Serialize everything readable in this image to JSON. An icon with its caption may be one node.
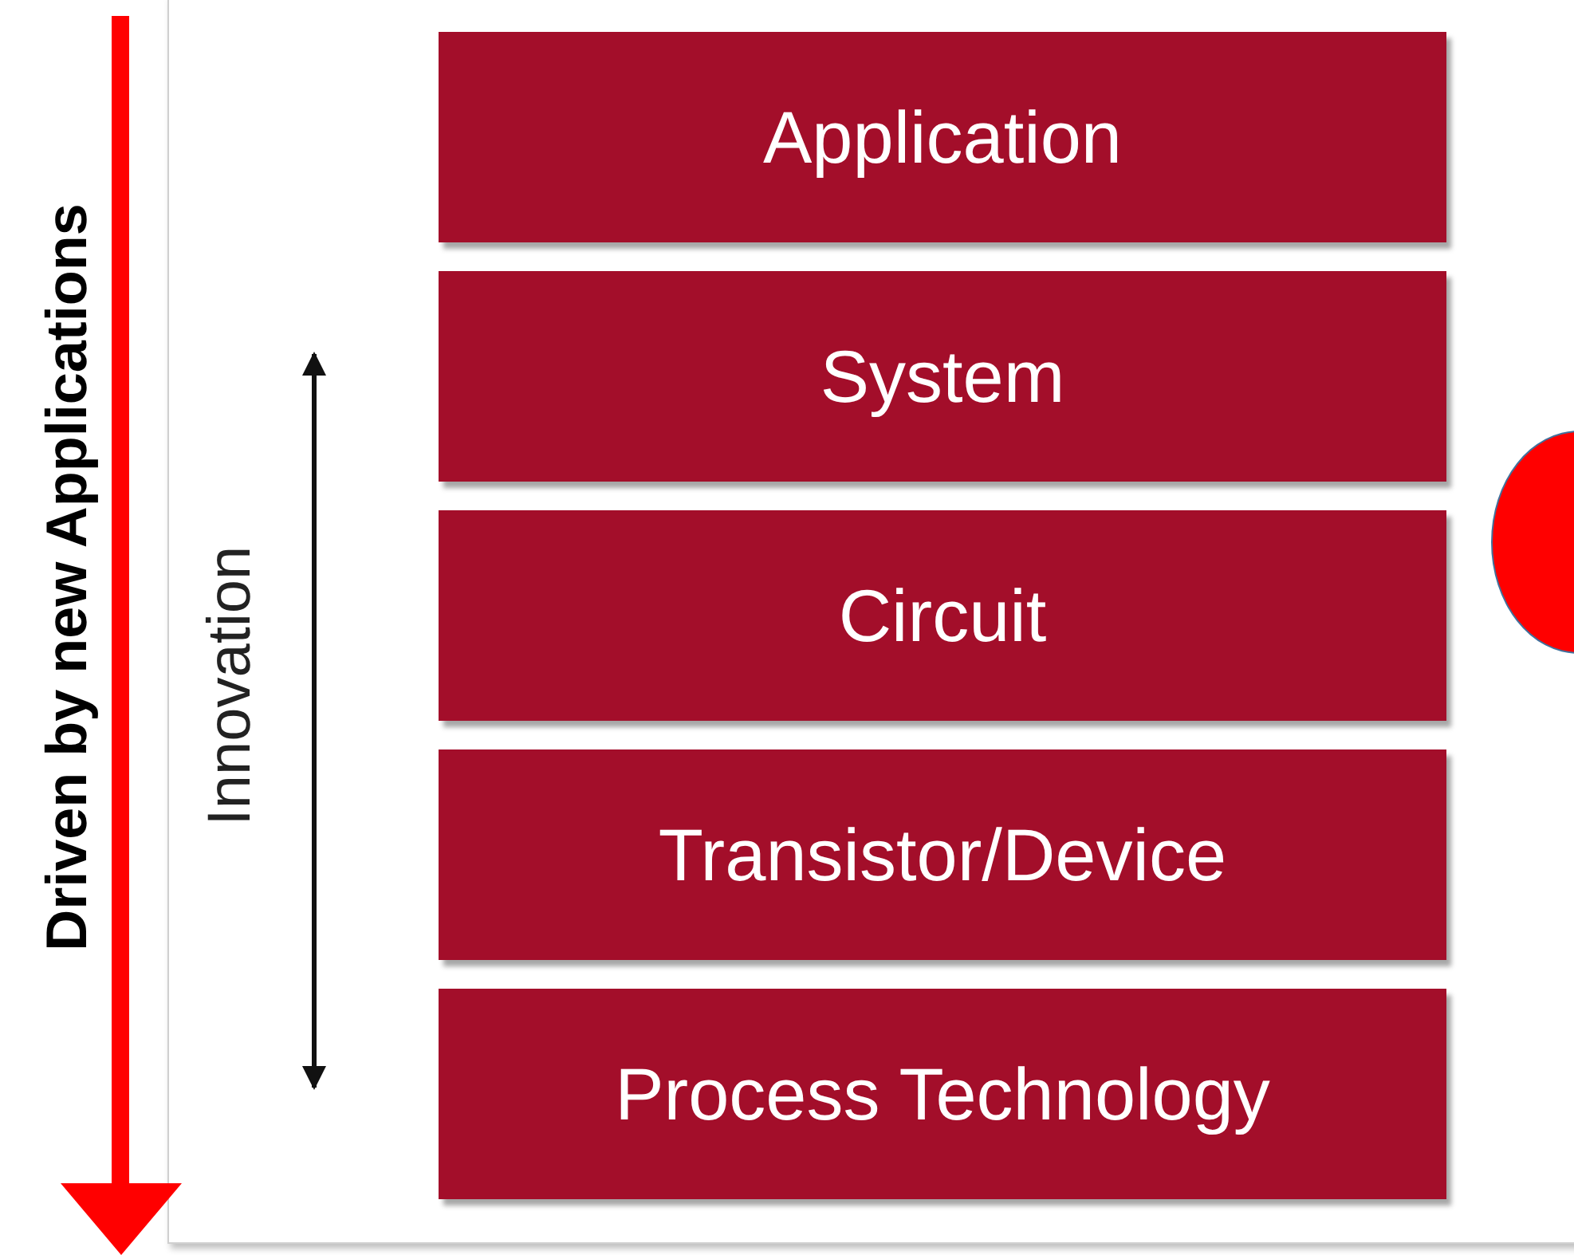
{
  "diagram": {
    "nodes": [
      {
        "text": [
          "Application"
        ]
      },
      {
        "text": [
          "System"
        ]
      },
      {
        "text": [
          "Circuit"
        ]
      },
      {
        "text": [
          "Transistor/Device"
        ]
      },
      {
        "text": [
          "Process Technology"
        ]
      },
      {
        "text": [],
        "shape": "circle"
      }
    ],
    "labels": [
      "Driven by new Applications",
      "Innovation"
    ]
  }
}
